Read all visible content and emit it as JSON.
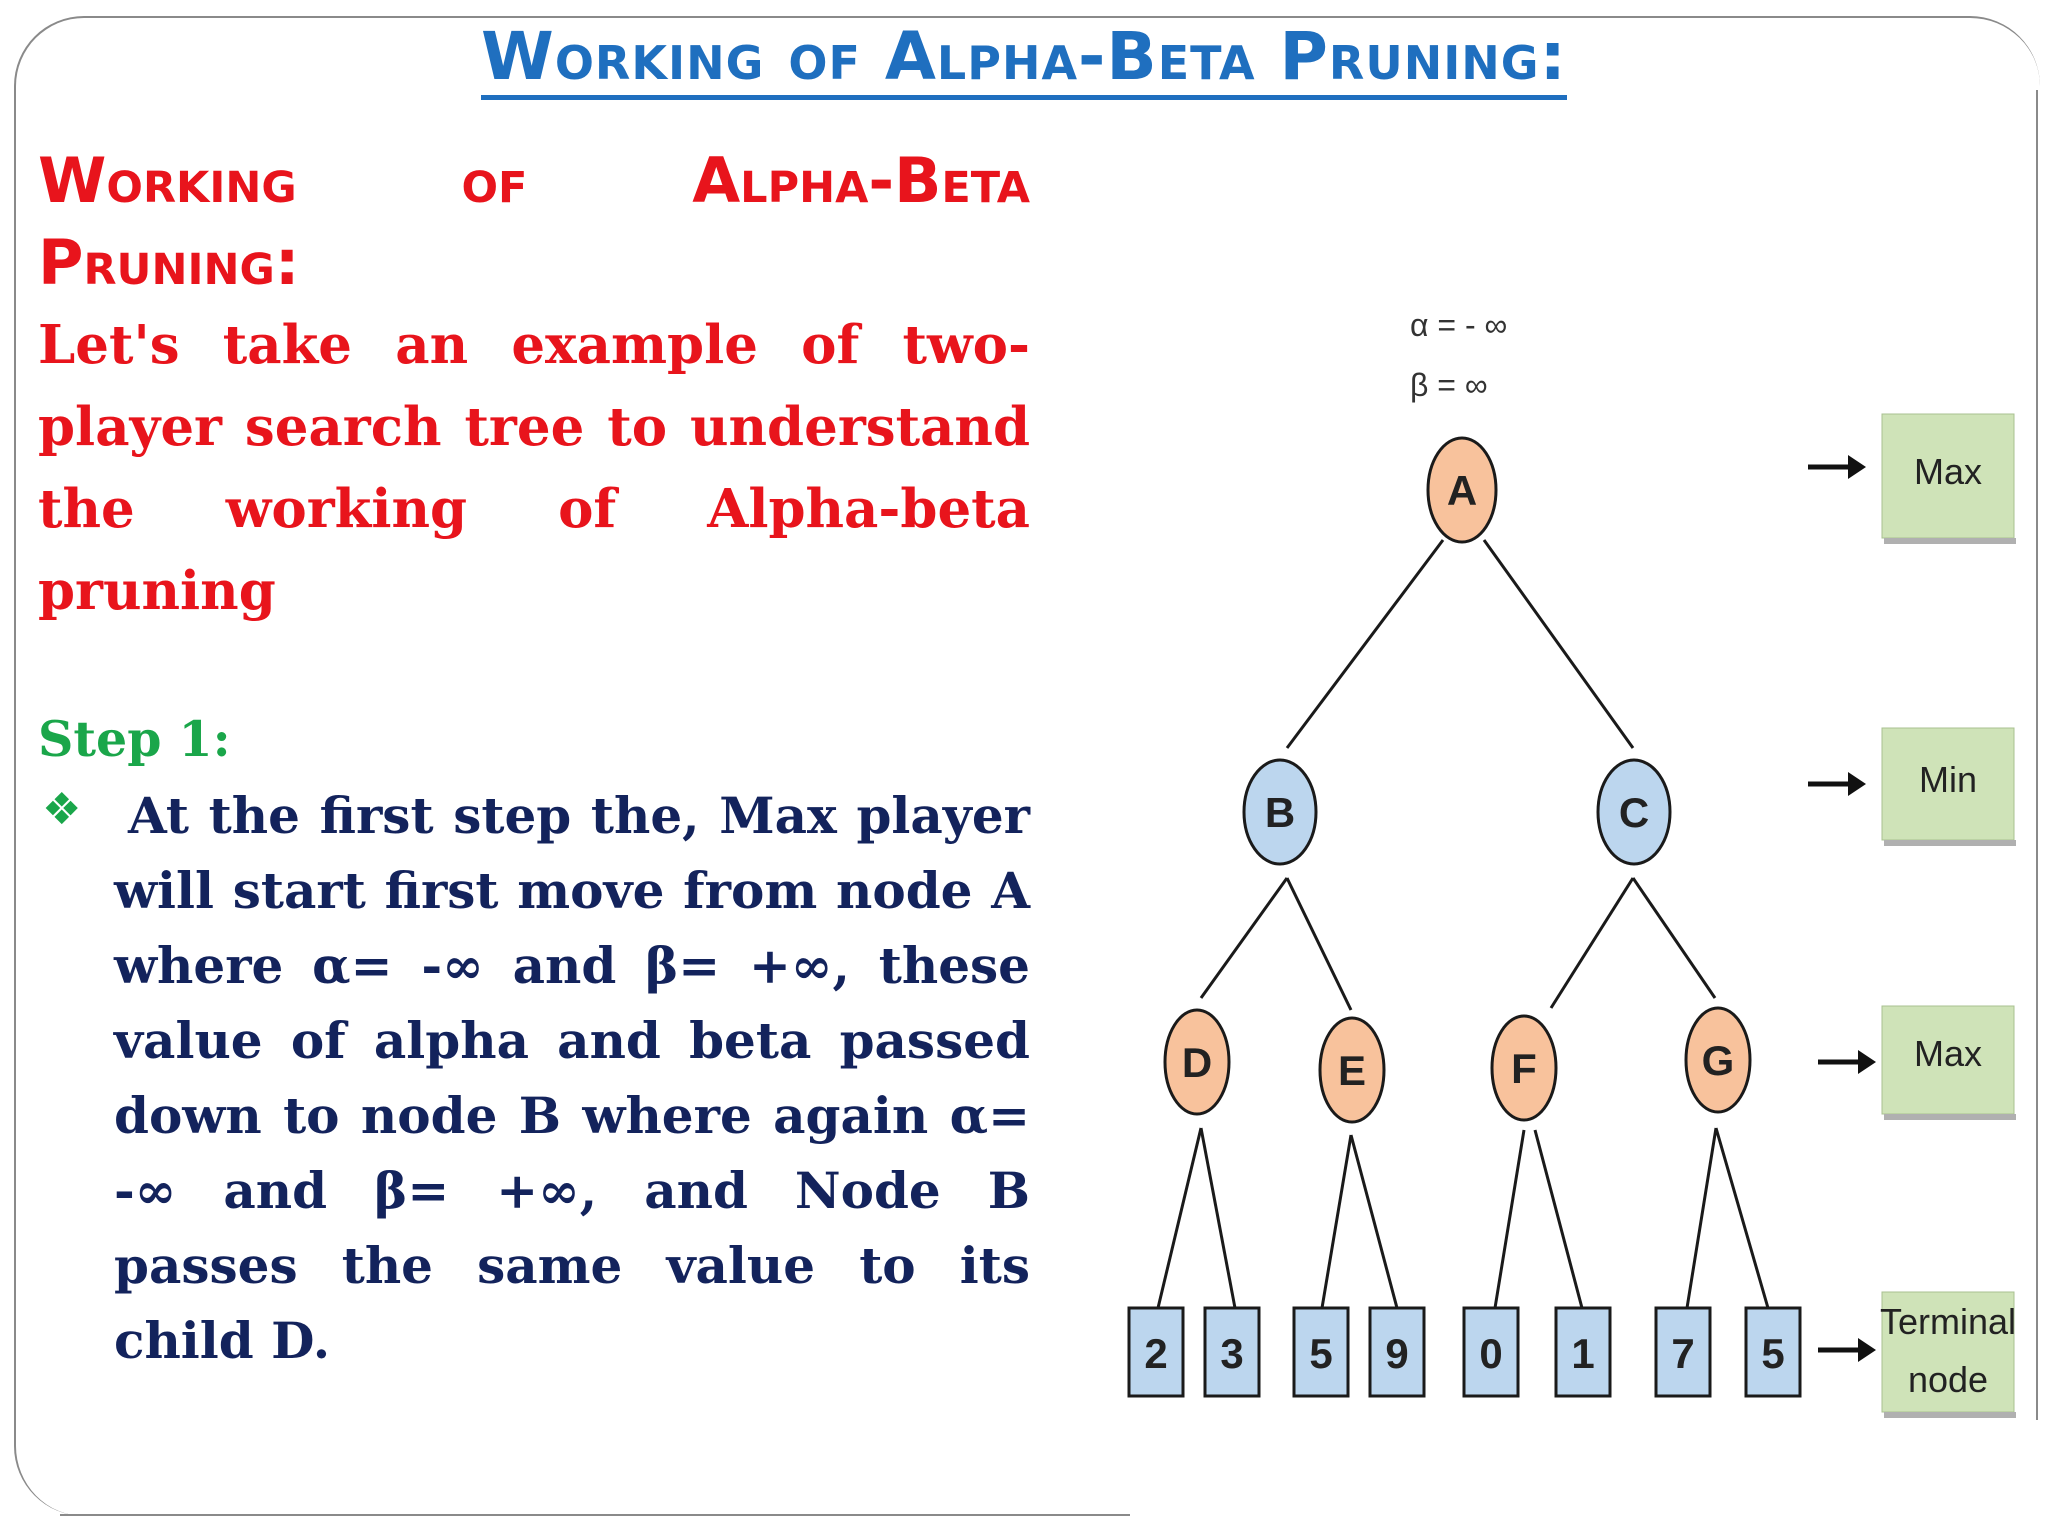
{
  "title": "Working of Alpha-Beta Pruning:",
  "heading": "Working of Alpha-Beta Pruning:",
  "intro": "Let's take an example of two-player search tree to understand the working of Alpha-beta pruning",
  "step": {
    "label": "Step 1:",
    "bullet_icon": "diamond-bullet-icon",
    "text": "At the first step the, Max player will start first move from node A where α= -∞ and β= +∞, these value of alpha and beta passed down to node B where again α= -∞ and β= +∞, and Node B passes the same value to its child D."
  },
  "tree": {
    "root_annotation": {
      "alpha": "α = - ∞",
      "beta": "β =   ∞"
    },
    "nodes": {
      "A": "A",
      "B": "B",
      "C": "C",
      "D": "D",
      "E": "E",
      "F": "F",
      "G": "G"
    },
    "terminals": [
      "2",
      "3",
      "5",
      "9",
      "0",
      "1",
      "7",
      "5"
    ],
    "levels": [
      "Max",
      "Min",
      "Max",
      "Terminal node"
    ],
    "colors": {
      "max_node": "#f8c29c",
      "min_node": "#bcd6ee",
      "terminal": "#bcd6ee",
      "level_box": "#cfe3b8"
    }
  }
}
